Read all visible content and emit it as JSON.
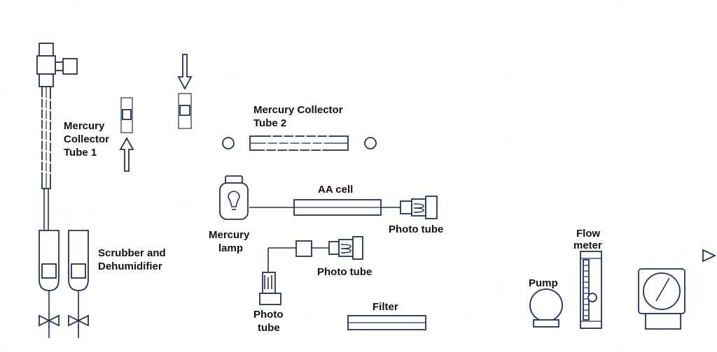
{
  "labels": {
    "collector1": [
      "Mercury",
      "Collector",
      "Tube 1"
    ],
    "collector2": [
      "Mercury Collector",
      "Tube 2"
    ],
    "aa_cell": "AA cell",
    "photo_tube_right": "Photo tube",
    "photo_tube_mid": "Photo tube",
    "photo_tube_bottom": [
      "Photo",
      "tube"
    ],
    "mercury_lamp": [
      "Mercury",
      "lamp"
    ],
    "scrubber": [
      "Scrubber and",
      "Dehumidifier"
    ],
    "filter": "Filter",
    "pump": "Pump",
    "flow_meter": [
      "Flow",
      "meter"
    ]
  },
  "colors": {
    "line": "#22305e",
    "text": "#111111",
    "background": "#ffffff"
  }
}
